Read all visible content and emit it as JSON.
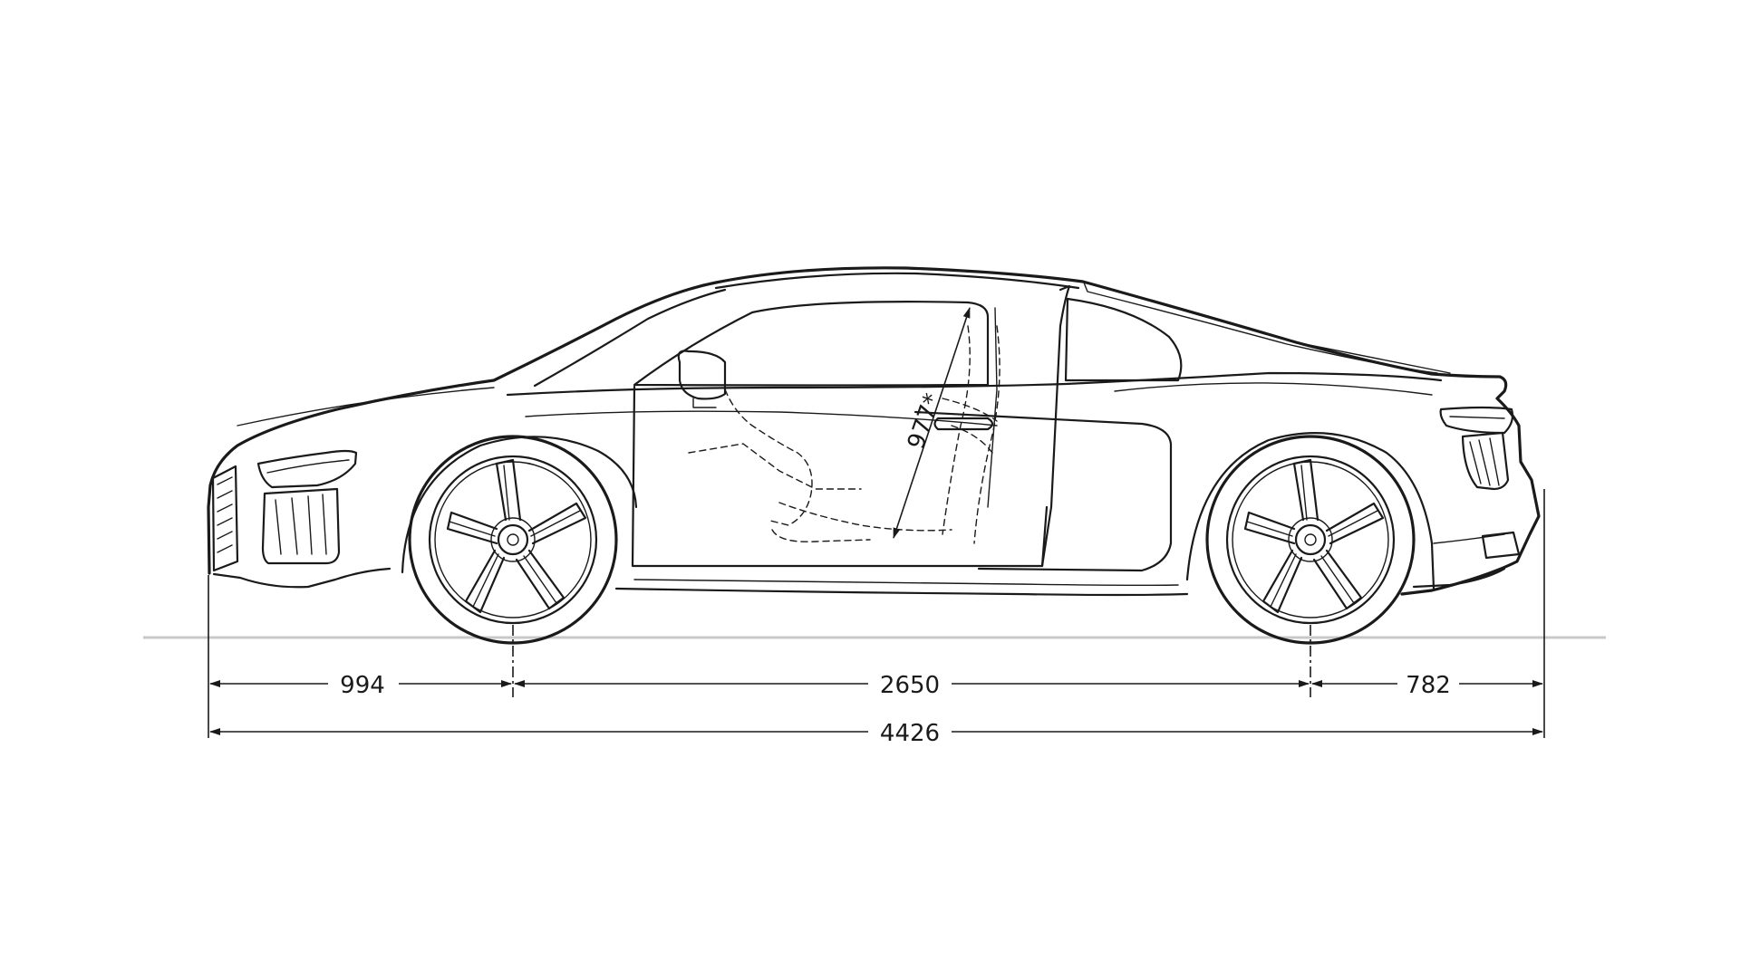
{
  "dimensions": {
    "front_overhang": "994",
    "wheelbase": "2650",
    "rear_overhang": "782",
    "overall_length": "4426",
    "headroom": "977*"
  },
  "colors": {
    "line": "#1a1a1a",
    "ground": "#c8c8c8",
    "background": "#ffffff"
  }
}
